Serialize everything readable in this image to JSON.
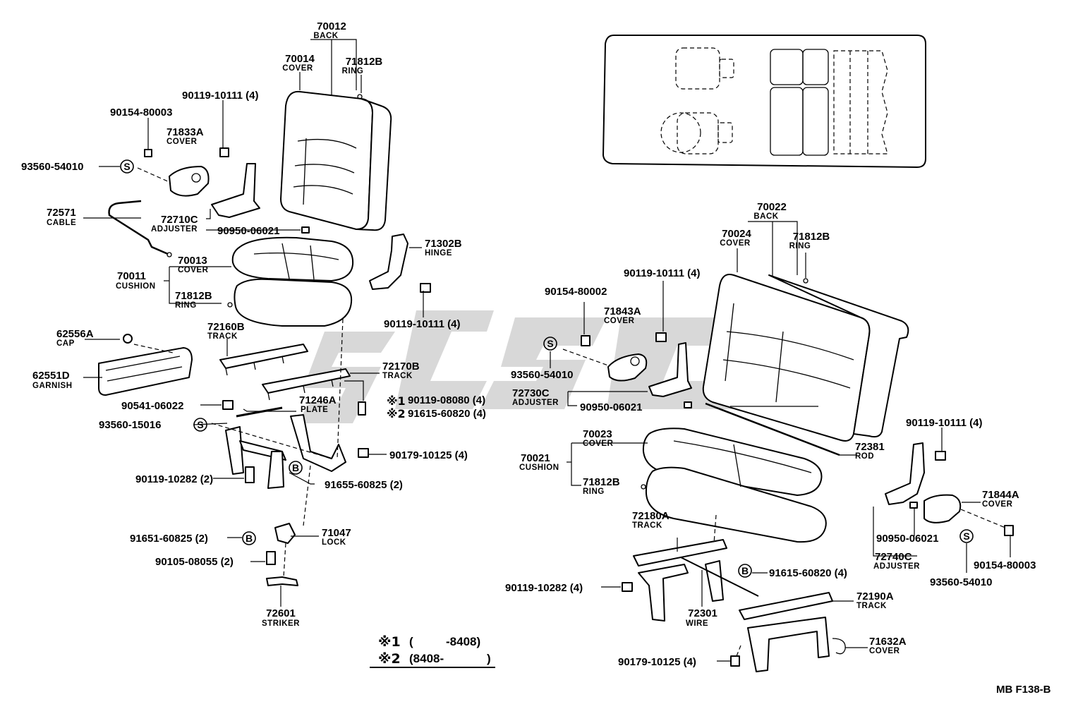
{
  "diagram_code": "MB F138-B",
  "watermark": "watermark-logo",
  "colors": {
    "ink": "#000000",
    "paper": "#ffffff",
    "watermark": "#b8b8b8"
  },
  "labels": {
    "p70012": "70012",
    "p70012_desc": "BACK",
    "p70014": "70014",
    "p70014_desc": "COVER",
    "p71812B_a": "71812B",
    "p71812B_a_desc": "RING",
    "p90119_10111_a": "90119-10111 (4)",
    "p90154_80003_a": "90154-80003",
    "p71833A": "71833A",
    "p71833A_desc": "COVER",
    "p93560_54010_a": "93560-54010",
    "p72571": "72571",
    "p72571_desc": "CABLE",
    "p72710C": "72710C",
    "p72710C_desc": "ADJUSTER",
    "p90950_06021_a": "90950-06021",
    "p71302B": "71302B",
    "p71302B_desc": "HINGE",
    "p70013": "70013",
    "p70013_desc": "COVER",
    "p70011": "70011",
    "p70011_desc": "CUSHION",
    "p71812B_b": "71812B",
    "p71812B_b_desc": "RING",
    "p90119_10111_b": "90119-10111 (4)",
    "p62556A": "62556A",
    "p62556A_desc": "CAP",
    "p72160B": "72160B",
    "p72160B_desc": "TRACK",
    "p62551D": "62551D",
    "p62551D_desc": "GARNISH",
    "p72170B": "72170B",
    "p72170B_desc": "TRACK",
    "p90541_06022": "90541-06022",
    "p71246A": "71246A",
    "p71246A_desc": "PLATE",
    "p90119_08080": "90119-08080 (4)",
    "mark1": "※1",
    "p91615_60820_a": "91615-60820 (4)",
    "mark2": "※2",
    "p93560_15016": "93560-15016",
    "p90179_10125_a": "90179-10125 (4)",
    "p90119_10282_a": "90119-10282 (2)",
    "p91655_60825": "91655-60825 (2)",
    "p91651_60825": "91651-60825 (2)",
    "p71047": "71047",
    "p71047_desc": "LOCK",
    "p90105_08055": "90105-08055 (2)",
    "p72601": "72601",
    "p72601_desc": "STRIKER",
    "p70022": "70022",
    "p70022_desc": "BACK",
    "p70024": "70024",
    "p70024_desc": "COVER",
    "p71812B_c": "71812B",
    "p71812B_c_desc": "RING",
    "p90119_10111_c": "90119-10111 (4)",
    "p90154_80002": "90154-80002",
    "p71843A": "71843A",
    "p71843A_desc": "COVER",
    "p93560_54010_b": "93560-54010",
    "p72730C": "72730C",
    "p72730C_desc": "ADJUSTER",
    "p90950_06021_b": "90950-06021",
    "p70023": "70023",
    "p70023_desc": "COVER",
    "p70021": "70021",
    "p70021_desc": "CUSHION",
    "p71812B_d": "71812B",
    "p71812B_d_desc": "RING",
    "p72381": "72381",
    "p72381_desc": "ROD",
    "p90119_10111_d": "90119-10111 (4)",
    "p71844A": "71844A",
    "p71844A_desc": "COVER",
    "p90950_06021_c": "90950-06021",
    "p72740C": "72740C",
    "p72740C_desc": "ADJUSTER",
    "p90154_80003_b": "90154-80003",
    "p93560_54010_c": "93560-54010",
    "p72180A": "72180A",
    "p72180A_desc": "TRACK",
    "p91615_60820_b": "91615-60820 (4)",
    "p90119_10282_b": "90119-10282 (4)",
    "p72301": "72301",
    "p72301_desc": "WIRE",
    "p72190A": "72190A",
    "p72190A_desc": "TRACK",
    "p71632A": "71632A",
    "p71632A_desc": "COVER",
    "p90179_10125_b": "90179-10125 (4)"
  },
  "legend": {
    "mark1": "※1",
    "range1_open": "(",
    "range1_value": "-8408)",
    "mark2": "※2",
    "range2_value": "(8408-",
    "range2_close": ")"
  },
  "circle_markers": {
    "s": "S",
    "b": "B"
  }
}
